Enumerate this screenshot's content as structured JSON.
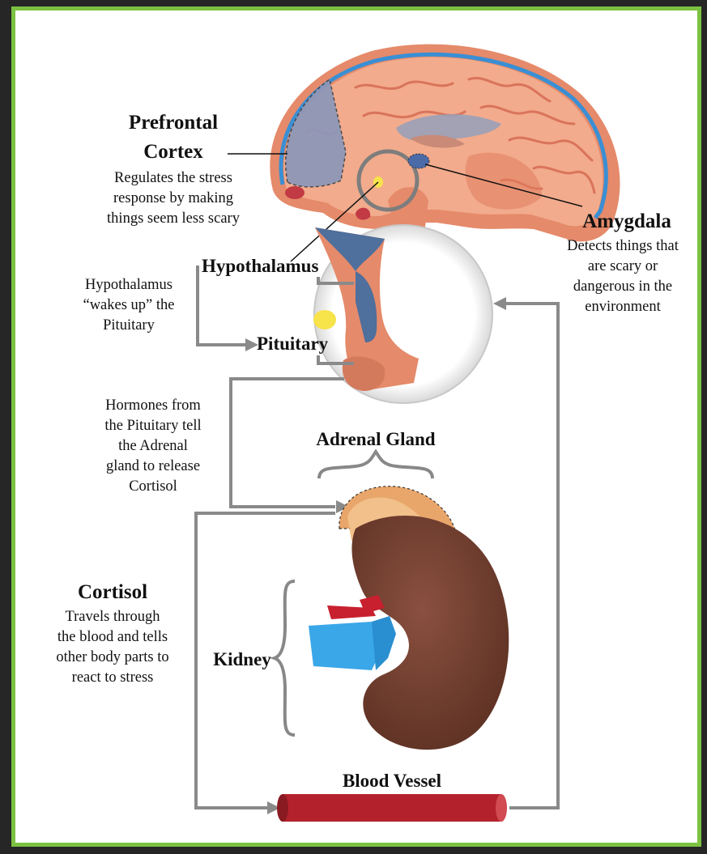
{
  "prefrontal": {
    "title_line1": "Prefrontal",
    "title_line2": "Cortex",
    "desc_line1": "Regulates the stress",
    "desc_line2": "response by making",
    "desc_line3": "things seem less scary"
  },
  "amygdala": {
    "title": "Amygdala",
    "desc_line1": "Detects things that",
    "desc_line2": "are scary or",
    "desc_line3": "dangerous in the",
    "desc_line4": "environment"
  },
  "hypothalamus_label": "Hypothalamus",
  "pituitary_label": "Pituitary",
  "hypothalamus_note": {
    "line1": "Hypothalamus",
    "line2": "“wakes up” the",
    "line3": "Pituitary"
  },
  "hormones_note": {
    "line1": "Hormones from",
    "line2": "the Pituitary tell",
    "line3": "the Adrenal",
    "line4": "gland to release",
    "line5": "Cortisol"
  },
  "adrenal_label": "Adrenal Gland",
  "kidney_label": "Kidney",
  "cortisol": {
    "title": "Cortisol",
    "desc_line1": "Travels through",
    "desc_line2": "the blood and tells",
    "desc_line3": "other body parts to",
    "desc_line4": "react to stress"
  },
  "blood_vessel_label": "Blood Vessel",
  "colors": {
    "frame_green": "#7cc242",
    "brain_tissue": "#f0a98a",
    "brain_outer": "#e58a6a",
    "prefrontal_region": "#8e97b8",
    "amygdala_blue": "#4a6aa8",
    "pituitary_blue": "#4f6f9c",
    "hypothalamus_yellow": "#f7e34a",
    "kidney_brown": "#7a4332",
    "adrenal_orange": "#e9a66b",
    "vein_blue": "#3aa7e8",
    "artery_red": "#c8202f",
    "vessel_red": "#b3222c",
    "arrow_gray": "#8a8a8a"
  }
}
